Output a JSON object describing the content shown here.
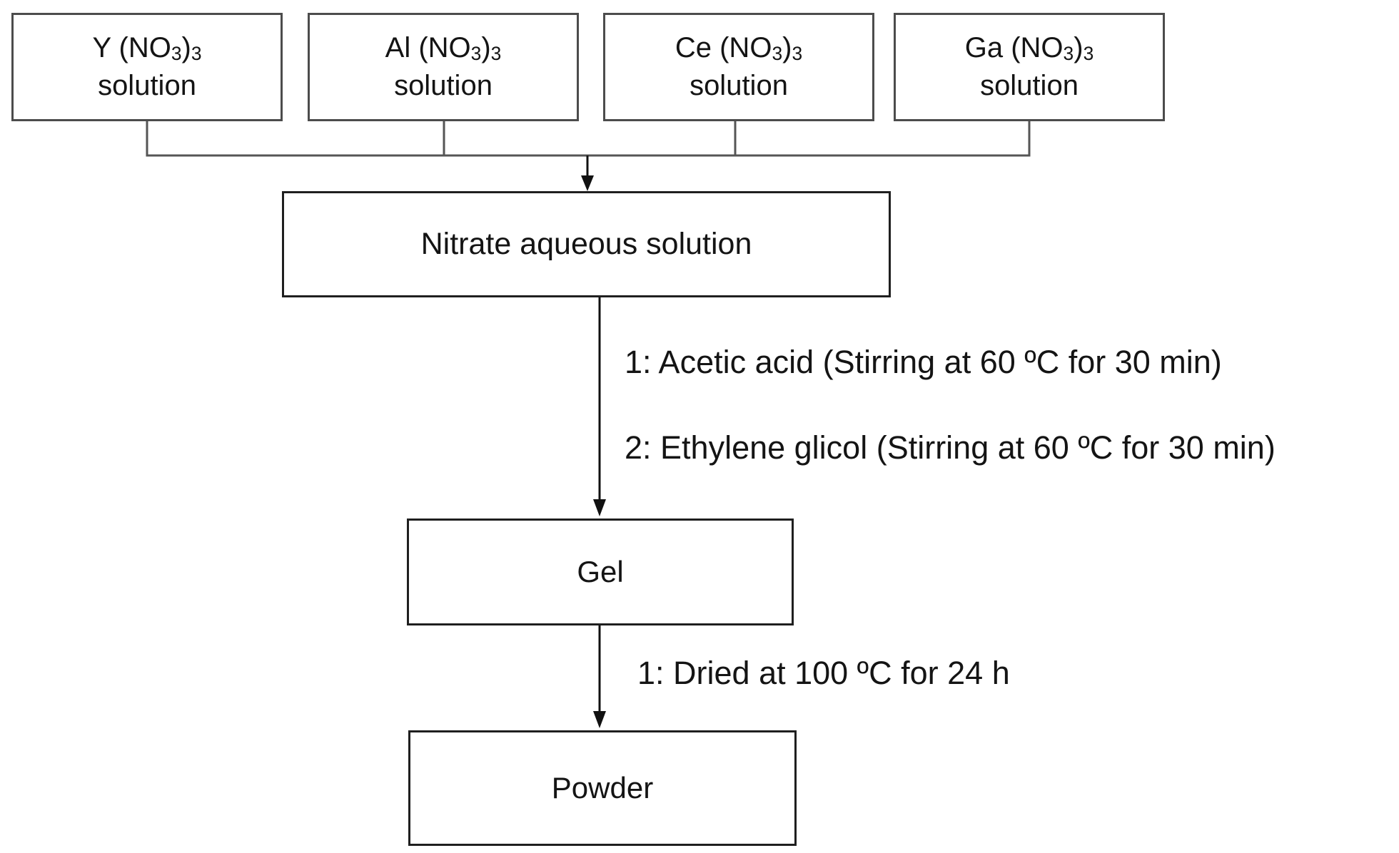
{
  "diagram": {
    "source_boxes": [
      {
        "formula_parts": [
          {
            "t": "Y (NO"
          },
          {
            "t": "3",
            "sub": true
          },
          {
            "t": ")"
          },
          {
            "t": "3",
            "sub": true
          }
        ],
        "label2": "solution"
      },
      {
        "formula_parts": [
          {
            "t": "Al (NO"
          },
          {
            "t": "3",
            "sub": true
          },
          {
            "t": ")"
          },
          {
            "t": "3",
            "sub": true
          }
        ],
        "label2": "solution"
      },
      {
        "formula_parts": [
          {
            "t": "Ce (NO"
          },
          {
            "t": "3",
            "sub": true
          },
          {
            "t": ")"
          },
          {
            "t": "3",
            "sub": true
          }
        ],
        "label2": "solution"
      },
      {
        "formula_parts": [
          {
            "t": "Ga (NO"
          },
          {
            "t": "3",
            "sub": true
          },
          {
            "t": ")"
          },
          {
            "t": "3",
            "sub": true
          }
        ],
        "label2": "solution"
      }
    ],
    "mix_box": {
      "label": "Nitrate aqueous solution"
    },
    "gel_box": {
      "label": "Gel"
    },
    "powder_box": {
      "label": "Powder"
    },
    "annotations": {
      "to_gel": [
        "1: Acetic acid (Stirring at 60 ºC for 30 min)",
        "2: Ethylene glicol (Stirring at 60 ºC for 30 min)"
      ],
      "to_powder": [
        "1: Dried at 100 ºC for 24 h"
      ]
    },
    "colors": {
      "background": "#ffffff",
      "box_border": "#4c4c4c",
      "dark_border": "#1f1f1f",
      "line": "#555555",
      "arrow": "#111111",
      "text": "#141414"
    }
  }
}
